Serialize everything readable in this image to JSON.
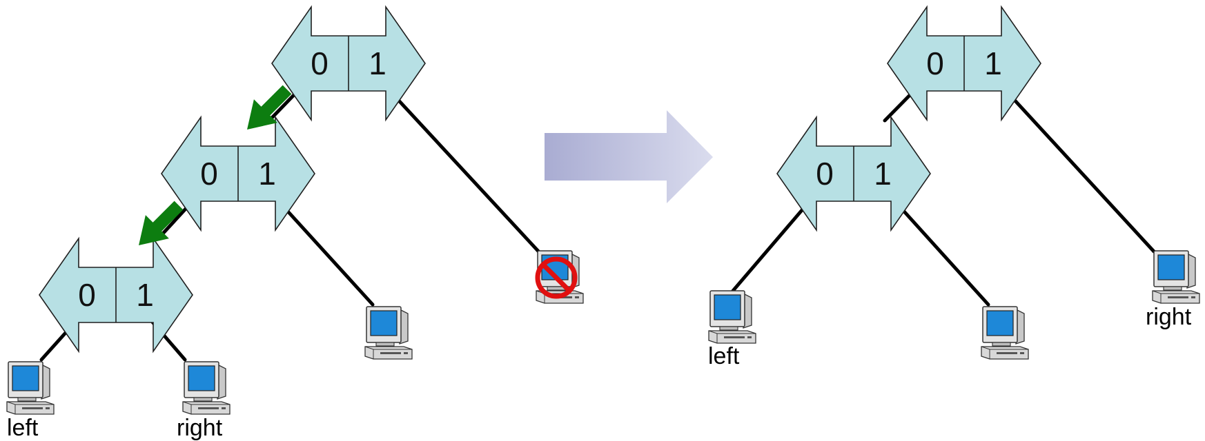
{
  "colors": {
    "switch_fill": "#b7e0e4",
    "link": "#000000",
    "route_arrow": "#0d7d10",
    "transition_arrow": "#b3b6d8",
    "blocked": "#e01010",
    "monitor_screen": "#1e88d8"
  },
  "icons": {
    "switch": "bidirectional-arrow-switch-icon",
    "host": "desktop-computer-icon",
    "route": "green-arrow-icon",
    "transition": "right-arrow-icon",
    "blocked": "no-entry-icon"
  },
  "before": {
    "switches": [
      {
        "id": "top",
        "ports": [
          "0",
          "1"
        ]
      },
      {
        "id": "mid",
        "ports": [
          "0",
          "1"
        ]
      },
      {
        "id": "bottom",
        "ports": [
          "0",
          "1"
        ]
      }
    ],
    "hosts": [
      {
        "id": "h-left",
        "label": "left"
      },
      {
        "id": "h-right",
        "label": "right"
      },
      {
        "id": "h-mid",
        "label": ""
      },
      {
        "id": "h-blocked",
        "label": "",
        "blocked": true
      }
    ]
  },
  "after": {
    "switches": [
      {
        "id": "top",
        "ports": [
          "0",
          "1"
        ]
      },
      {
        "id": "mid",
        "ports": [
          "0",
          "1"
        ]
      }
    ],
    "hosts": [
      {
        "id": "h-left",
        "label": "left"
      },
      {
        "id": "h-mid",
        "label": ""
      },
      {
        "id": "h-right",
        "label": "right"
      }
    ]
  }
}
